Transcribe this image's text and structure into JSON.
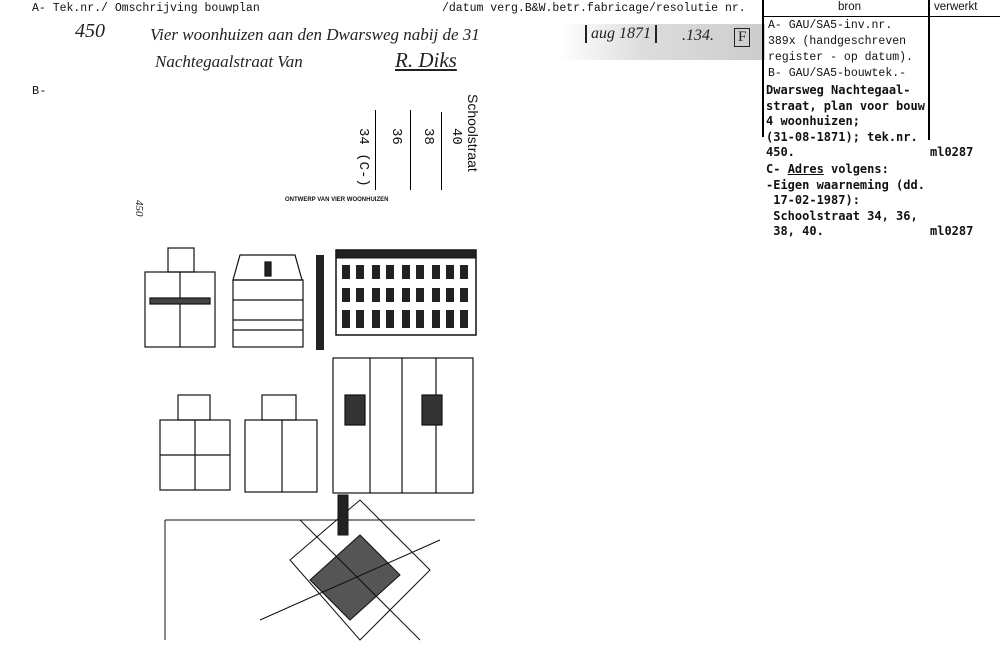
{
  "header": {
    "left": "A- Tek.nr./ Omschrijving bouwplan",
    "right": "/datum verg.B&W.betr.fabricage/resolutie nr."
  },
  "handwritten": {
    "number": "450",
    "line1": "Vier woonhuizen aan den Dwarsweg nabij de 31",
    "date": "aug 1871",
    "ref": ".134.",
    "code": "F",
    "line2": "Nachtegaalstraat Van",
    "architect": "R. Diks"
  },
  "section_b": "B-",
  "table": {
    "col_bron": "bron",
    "col_verwerkt": "verwerkt",
    "a_lines": [
      "A- GAU/SA5-inv.nr.",
      "389x (handgeschreven",
      "register - op datum)."
    ],
    "b_line": "B- GAU/SA5-bouwtek.-",
    "b_bold": [
      "Dwarsweg Nachtegaal-",
      "straat, plan voor bouw",
      "4 woonhuizen;",
      "(31-08-1871); tek.nr.",
      "450."
    ],
    "b_verwerkt": "ml0287",
    "c_prefix": "C- ",
    "c_adres": "Adres",
    "c_rest": " volgens:",
    "c_lines": [
      "-Eigen waarneming (dd.",
      " 17-02-1987):",
      " Schoolstraat 34, 36,",
      " 38, 40."
    ],
    "c_verwerkt": "ml0287"
  },
  "address_annotation": {
    "street": "Schoolstraat",
    "numbers": [
      "40",
      "38",
      "36",
      "34 (C-)"
    ]
  },
  "drawing": {
    "corner_number": "450",
    "title": "ONTWERP VAN VIER WOONHUIZEN"
  }
}
